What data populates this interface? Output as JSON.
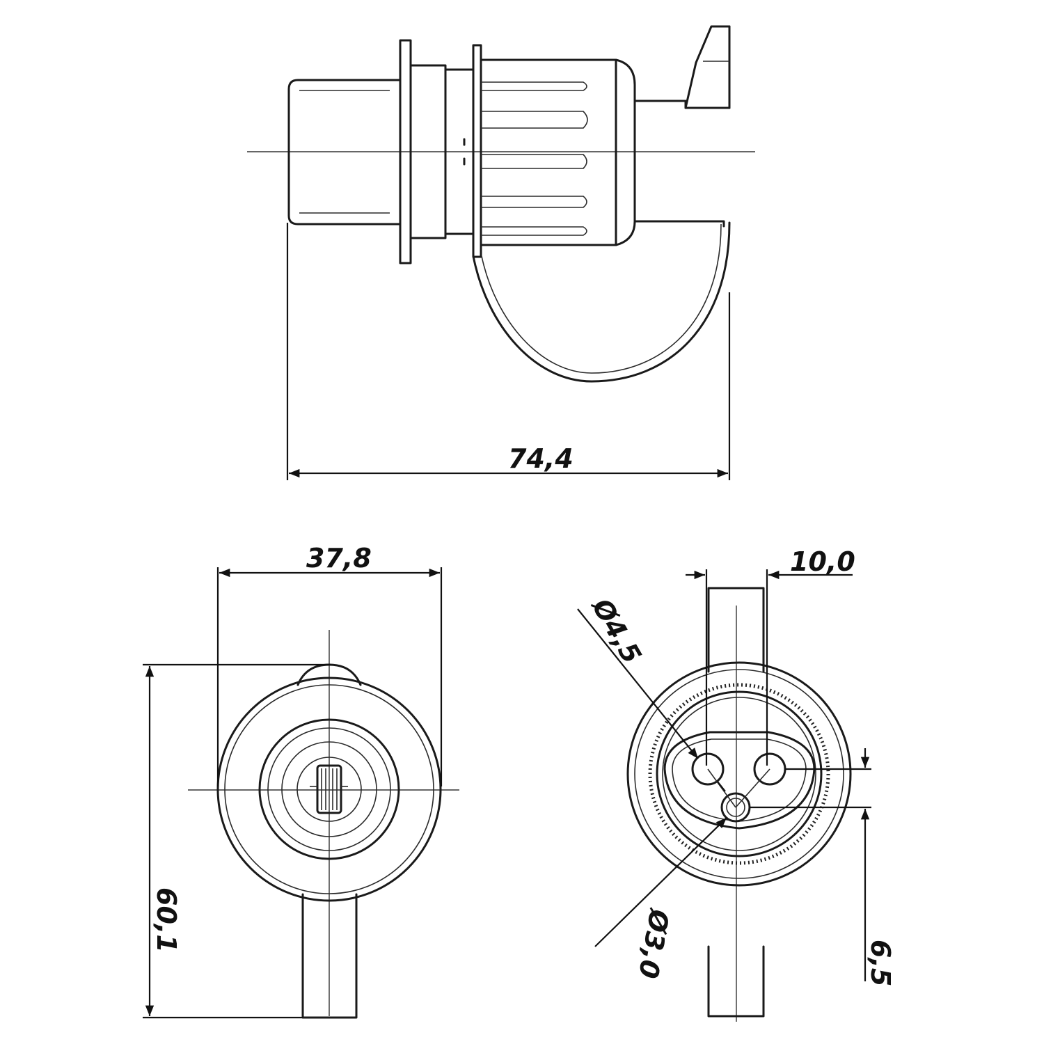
{
  "drawing": {
    "dimensions": {
      "overall_length": "74,4",
      "body_width": "37,8",
      "overall_height": "60,1",
      "pin_spacing": "10,0",
      "large_pin_diameter": "Ø4,5",
      "small_pin_diameter": "Ø3,0",
      "pin_offset": "6,5"
    },
    "colors": {
      "line": "#1a1a1a",
      "background": "#ffffff"
    }
  }
}
